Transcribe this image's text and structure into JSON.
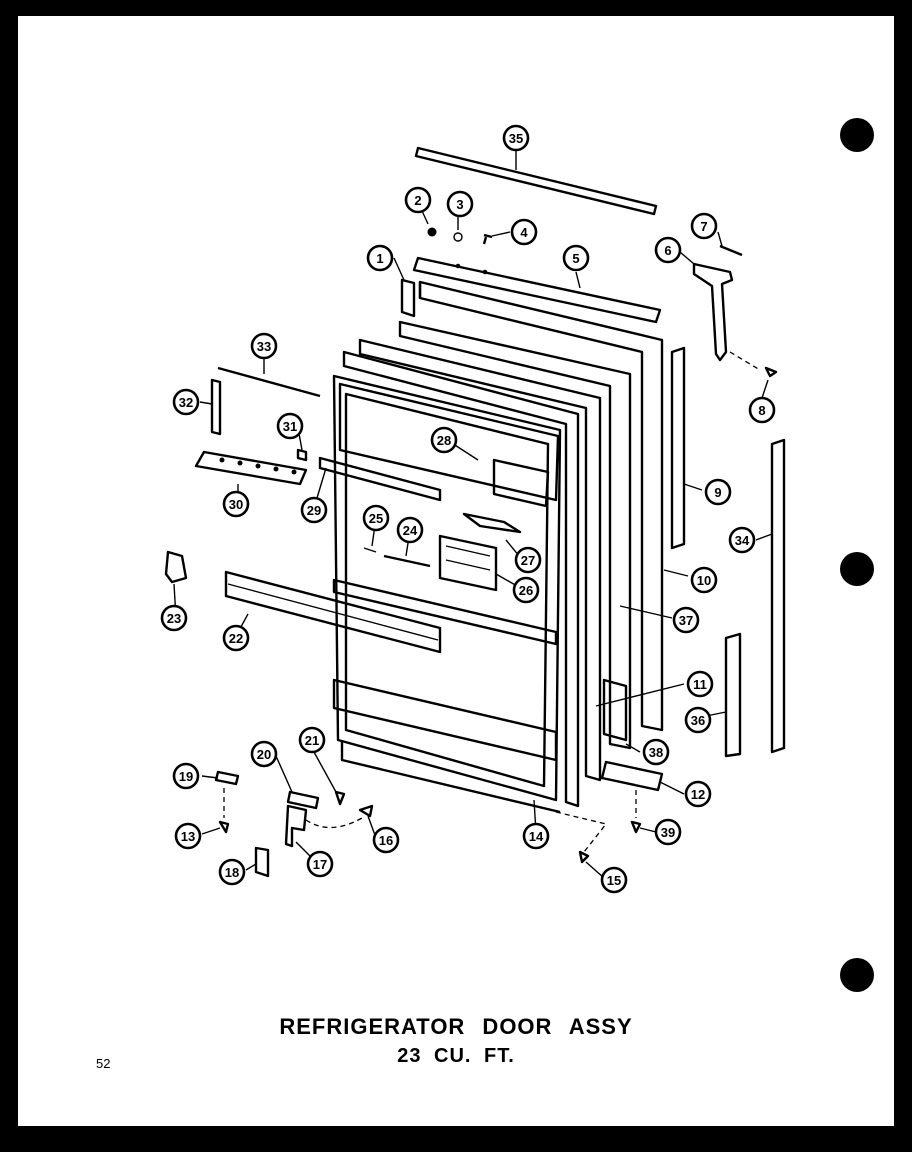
{
  "diagram": {
    "title": "REFRIGERATOR DOOR ASSY",
    "subtitle": "23 CU. FT.",
    "page_number": "52",
    "callouts": [
      "1",
      "2",
      "3",
      "4",
      "5",
      "6",
      "7",
      "8",
      "9",
      "10",
      "11",
      "12",
      "13",
      "14",
      "15",
      "16",
      "17",
      "18",
      "19",
      "20",
      "21",
      "22",
      "23",
      "24",
      "25",
      "26",
      "27",
      "28",
      "29",
      "30",
      "31",
      "32",
      "33",
      "34",
      "35",
      "36",
      "37",
      "38",
      "39"
    ]
  }
}
